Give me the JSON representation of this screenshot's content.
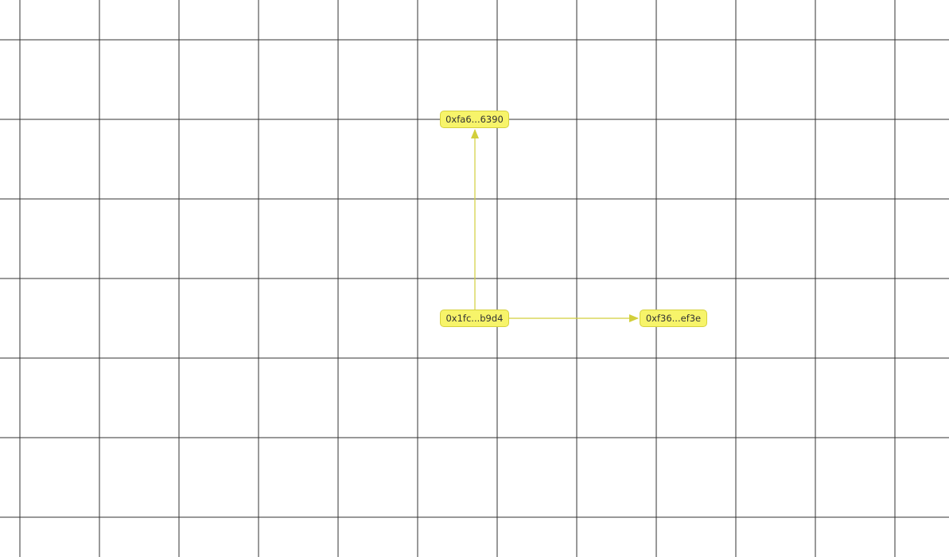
{
  "graph": {
    "nodes": [
      {
        "id": "a",
        "label": "0xfa6...6390"
      },
      {
        "id": "b",
        "label": "0x1fc...b9d4"
      },
      {
        "id": "c",
        "label": "0xf36...ef3e"
      }
    ],
    "edges": [
      {
        "from": "b",
        "to": "a"
      },
      {
        "from": "b",
        "to": "c"
      }
    ]
  },
  "colors": {
    "node_fill": "#f7f46a",
    "node_border": "#d6d23e",
    "edge": "#d2cf3c",
    "grid_line": "#333333",
    "background": "#ffffff"
  }
}
